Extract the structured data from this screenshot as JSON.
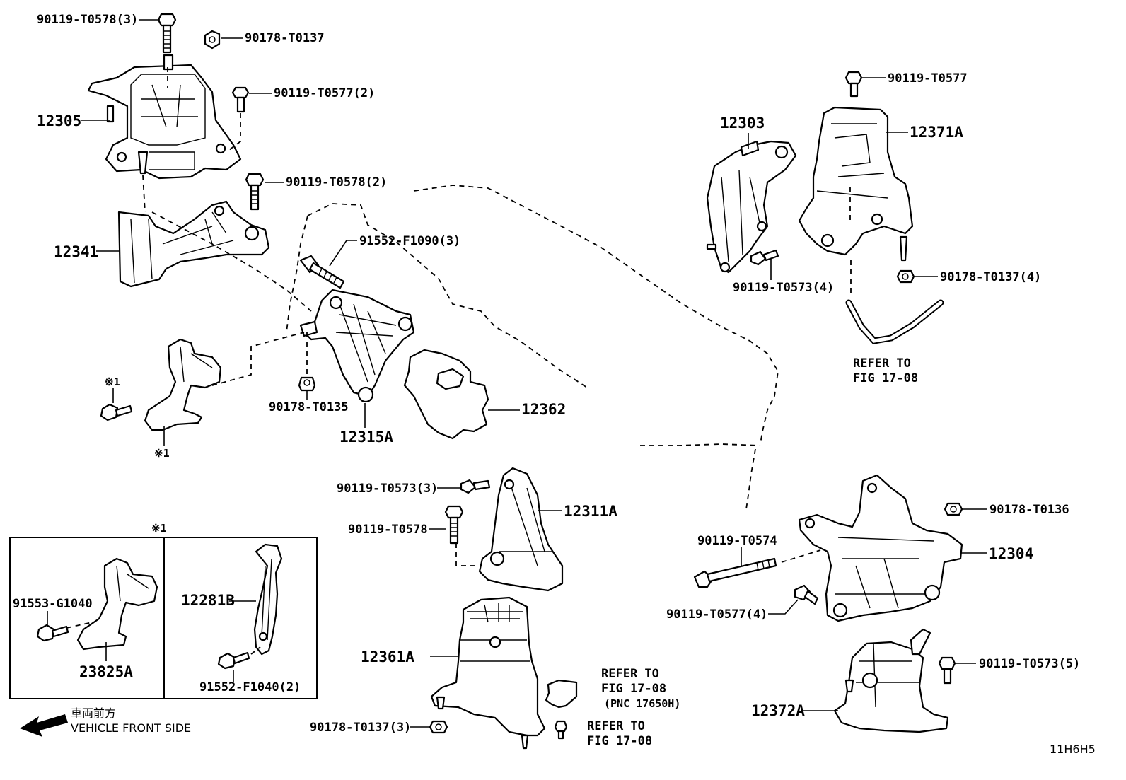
{
  "labels": {
    "p90119_T0578_3": "90119-T0578(3)",
    "p90178_T0137": "90178-T0137",
    "p90119_T0577_2": "90119-T0577(2)",
    "p12305": "12305",
    "p90119_T0578_2": "90119-T0578(2)",
    "p12341": "12341",
    "p91552_F1090_3": "91552-F1090(3)",
    "mark1a": "※1",
    "mark1b": "※1",
    "p90178_T0135": "90178-T0135",
    "p12315A": "12315A",
    "p12362": "12362",
    "p90119_T0577": "90119-T0577",
    "p12303": "12303",
    "p12371A": "12371A",
    "p90119_T0573_4": "90119-T0573(4)",
    "p90178_T0137_4": "90178-T0137(4)",
    "refer_r1": "REFER TO",
    "refer_r2": "FIG 17-08",
    "p90119_T0573_3": "90119-T0573(3)",
    "p12311A": "12311A",
    "p90119_T0578": "90119-T0578",
    "mark1c": "※1",
    "p91553_G1040": "91553-G1040",
    "p12281B": "12281B",
    "p23825A": "23825A",
    "p91552_F1040_2": "91552-F1040(2)",
    "p12361A": "12361A",
    "refer_m1": "REFER TO",
    "refer_m2": "FIG 17-08",
    "refer_m3": "(PNC 17650H)",
    "refer_b1": "REFER TO",
    "refer_b2": "FIG 17-08",
    "p90178_T0137_3": "90178-T0137(3)",
    "p90119_T0574": "90119-T0574",
    "p90178_T0136": "90178-T0136",
    "p12304": "12304",
    "p90119_T0577_4": "90119-T0577(4)",
    "p90119_T0573_5": "90119-T0573(5)",
    "p12372A": "12372A",
    "front_jp": "車両前方",
    "front_en": "VEHICLE FRONT SIDE",
    "fig_code": "11H6H5"
  },
  "colors": {
    "ink": "#000000",
    "paper": "#ffffff"
  },
  "icons": {
    "front_arrow": "arrow-left-icon"
  }
}
